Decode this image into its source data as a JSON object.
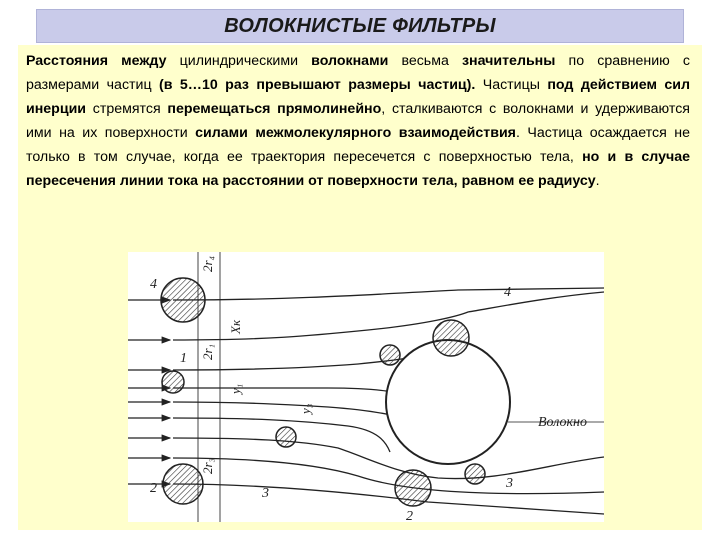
{
  "slide": {
    "title": "ВОЛОКНИСТЫЕ ФИЛЬТРЫ"
  },
  "body": {
    "s1": "Расстояния между",
    "s2": " цилиндрическими ",
    "s3": "волокнами",
    "s4": " весьма ",
    "s5": "значительны",
    "s6": " по сравнению с размерами частиц ",
    "s7": "(в 5…10 раз превышают размеры частиц).",
    "s8": " Частицы ",
    "s9": "под действием сил инерции",
    "s10": " стремятся ",
    "s11": "перемещаться прямолинейно",
    "s12": ", сталкиваются с волокнами и удерживаются ими на их поверхности ",
    "s13": "силами межмолекулярного взаимодействия",
    "s14": ". Частица осаждается не только в том случае, когда ее траектория пересечется с поверхностью тела, ",
    "s15": "но и в случае пересечения линии тока на расстоянии от поверхности тела, равном ее радиусу",
    "s16": "."
  },
  "figure": {
    "fiber_label": "Волокно",
    "labels": {
      "n1": "1",
      "n2": "2",
      "n3": "3",
      "n4": "4",
      "n2b": "2",
      "n3b": "3",
      "n4b": "4",
      "r4": "2r₄",
      "r1": "2r₁",
      "r3": "2r₃",
      "xk": "Xк",
      "y1": "y₁",
      "y3": "y₃"
    }
  }
}
